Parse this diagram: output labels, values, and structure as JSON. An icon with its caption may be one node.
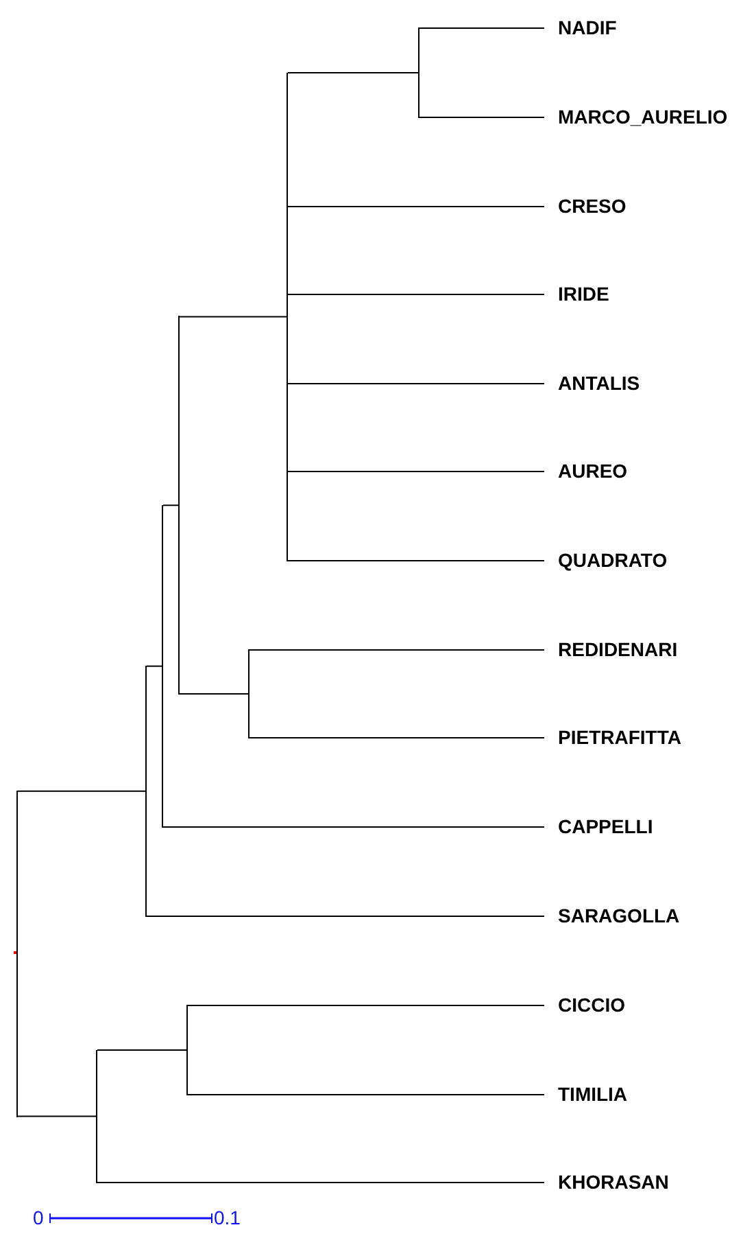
{
  "diagram": {
    "nodes": [
      {
        "text": [
          "NADIF"
        ]
      },
      {
        "text": [
          "MARCO_AURELIO"
        ]
      },
      {
        "text": [
          "CRESO"
        ]
      },
      {
        "text": [
          "IRIDE"
        ]
      },
      {
        "text": [
          "ANTALIS"
        ]
      },
      {
        "text": [
          "AUREO"
        ]
      },
      {
        "text": [
          "QUADRATO"
        ]
      },
      {
        "text": [
          "REDIDENARI"
        ]
      },
      {
        "text": [
          "PIETRAFITTA"
        ]
      },
      {
        "text": [
          "CAPPELLI"
        ]
      },
      {
        "text": [
          "SARAGOLLA"
        ]
      },
      {
        "text": [
          "CICCIO"
        ]
      },
      {
        "text": [
          "TIMILIA"
        ]
      },
      {
        "text": [
          "KHORASAN"
        ]
      },
      {
        "text": [],
        "shape": "bar"
      },
      {
        "text": [],
        "shape": "bar"
      },
      {
        "text": [],
        "shape": "bar"
      },
      {
        "text": [],
        "shape": "bar"
      },
      {
        "text": [],
        "shape": "bar"
      },
      {
        "text": [],
        "shape": "bar"
      },
      {
        "text": [],
        "shape": "bar"
      },
      {
        "text": [],
        "shape": "bar"
      },
      {
        "text": [],
        "shape": "bar"
      }
    ],
    "edges": [
      {
        "from": 14,
        "to": 16,
        "arrow": "none"
      },
      {
        "from": 14,
        "to": 15,
        "arrow": "none"
      },
      {
        "from": 16,
        "to": 17,
        "arrow": "none"
      },
      {
        "from": 16,
        "to": 10,
        "arrow": "none"
      },
      {
        "from": 17,
        "to": 18,
        "arrow": "none"
      },
      {
        "from": 17,
        "to": 9,
        "arrow": "none"
      },
      {
        "from": 18,
        "to": 21,
        "arrow": "none"
      },
      {
        "from": 18,
        "to": 20,
        "arrow": "none"
      },
      {
        "from": 21,
        "to": 22,
        "arrow": "none"
      },
      {
        "from": 21,
        "to": 2,
        "arrow": "none"
      },
      {
        "from": 21,
        "to": 3,
        "arrow": "none"
      },
      {
        "from": 21,
        "to": 4,
        "arrow": "none"
      },
      {
        "from": 21,
        "to": 5,
        "arrow": "none"
      },
      {
        "from": 21,
        "to": 6,
        "arrow": "none"
      },
      {
        "from": 22,
        "to": 0,
        "arrow": "none"
      },
      {
        "from": 22,
        "to": 1,
        "arrow": "none"
      },
      {
        "from": 20,
        "to": 7,
        "arrow": "none"
      },
      {
        "from": 20,
        "to": 8,
        "arrow": "none"
      },
      {
        "from": 15,
        "to": 19,
        "arrow": "none"
      },
      {
        "from": 15,
        "to": 13,
        "arrow": "none"
      },
      {
        "from": 19,
        "to": 11,
        "arrow": "none"
      },
      {
        "from": 19,
        "to": 12,
        "arrow": "none"
      }
    ],
    "labels": [
      "0",
      "0.1"
    ]
  }
}
